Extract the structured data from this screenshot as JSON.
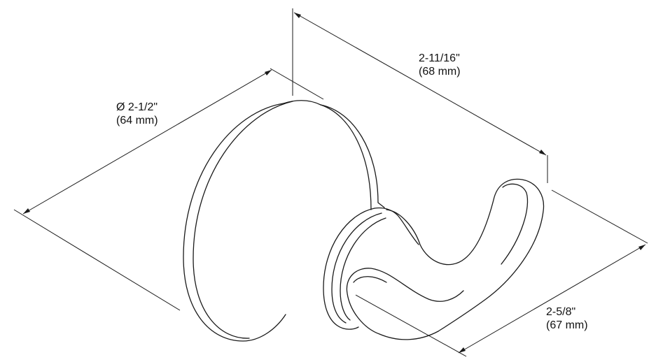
{
  "dimensions": {
    "diameter": {
      "imperial": "Ø 2-1/2\"",
      "metric": "(64 mm)"
    },
    "depth": {
      "imperial": "2-11/16\"",
      "metric": "(68 mm)"
    },
    "width": {
      "imperial": "2-5/8\"",
      "metric": "(67 mm)"
    }
  },
  "colors": {
    "ink": "#1a1a1a",
    "background": "#ffffff"
  }
}
